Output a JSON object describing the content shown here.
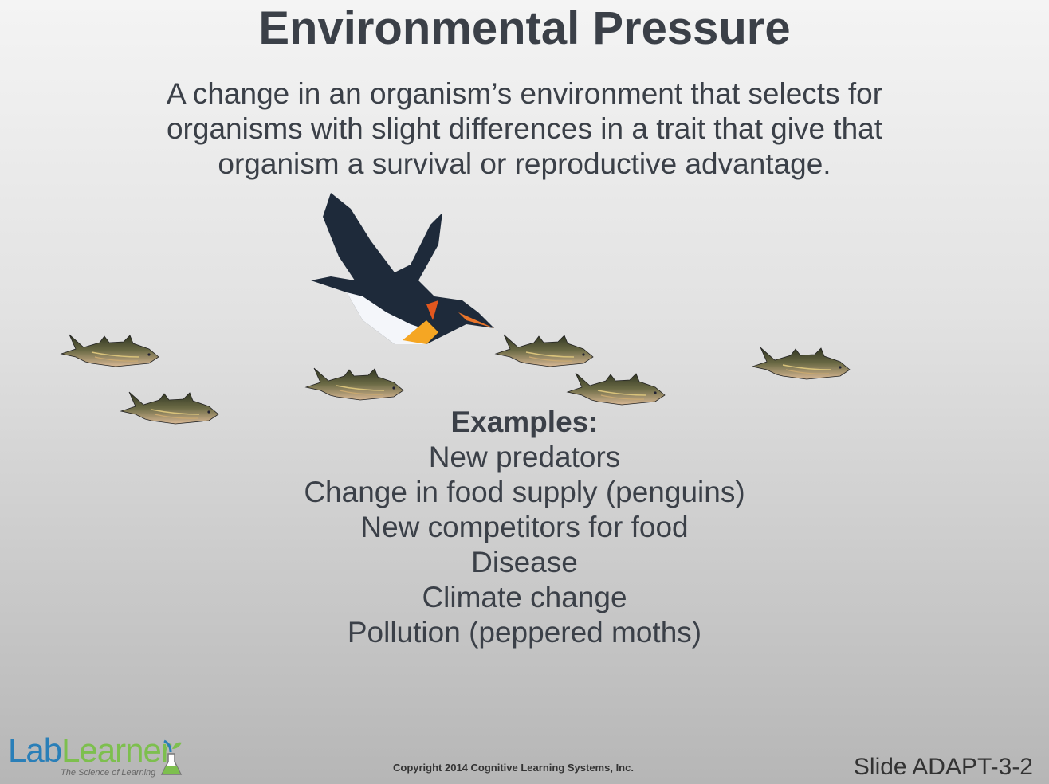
{
  "title": "Environmental Pressure",
  "definition": "A change in an organism’s environment that selects for organisms with slight differences in a trait that give that organism a survival or reproductive advantage.",
  "examples": {
    "heading": "Examples:",
    "items": [
      "New predators",
      "Change in food supply (penguins)",
      "New competitors for food",
      "Disease",
      "Climate change",
      "Pollution (peppered moths)"
    ]
  },
  "footer": {
    "logo_lab": "Lab",
    "logo_learner": "Learner",
    "logo_tagline": "The Science of Learning",
    "copyright": "Copyright 2014 Cognitive Learning Systems, Inc.",
    "slide_id": "Slide ADAPT-3-2"
  },
  "colors": {
    "text": "#3b4048",
    "logo_blue": "#2a7fb8",
    "logo_green": "#7dbf4e"
  }
}
